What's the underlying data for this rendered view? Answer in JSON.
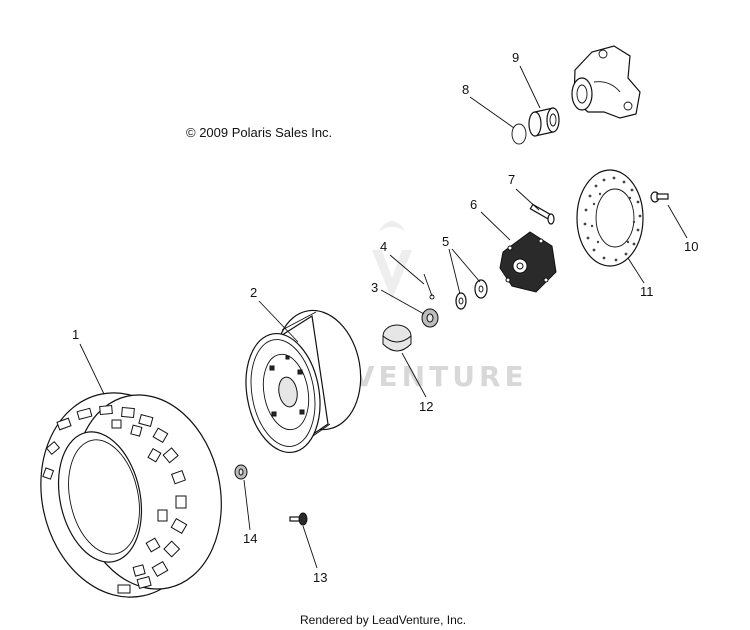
{
  "diagram": {
    "copyright": "© 2009 Polaris Sales Inc.",
    "footer": "Rendered by LeadVenture, Inc.",
    "watermark": "LEADVENTURE",
    "callouts": {
      "c1": "1",
      "c2": "2",
      "c3": "3",
      "c4": "4",
      "c5": "5",
      "c6": "6",
      "c7": "7",
      "c8": "8",
      "c9": "9",
      "c10": "10",
      "c11": "11",
      "c12": "12",
      "c13": "13",
      "c14": "14"
    },
    "parts": [
      "tire",
      "wheel-rim",
      "hub-nut",
      "cotter-pin",
      "washer",
      "wheel-hub",
      "hub-bolt",
      "retaining-ring",
      "bearing",
      "brake-disc-bolt",
      "brake-disc",
      "hub-cap",
      "lug-stud",
      "lug-nut",
      "steering-knuckle"
    ]
  }
}
